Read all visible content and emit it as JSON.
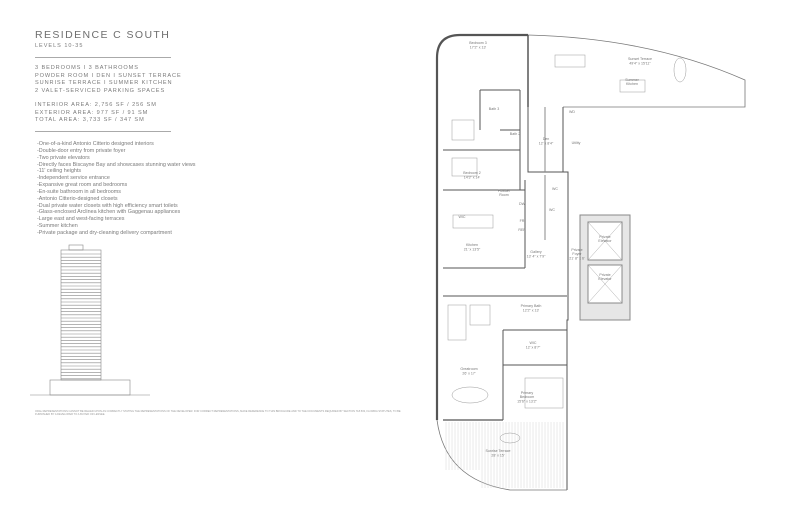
{
  "header": {
    "title": "RESIDENCE C SOUTH",
    "levels": "LEVELS 10-35"
  },
  "specs": [
    "3 BEDROOMS  I  3 BATHROOMS",
    "POWDER ROOM  I  DEN  I  SUNSET TERRACE",
    "SUNRISE TERRACE  I  SUMMER KITCHEN",
    "2 VALET-SERVICED PARKING SPACES"
  ],
  "areas": [
    "INTERIOR AREA: 2,756 SF / 256 SM",
    "EXTERIOR AREA: 977 SF / 91 SM",
    "TOTAL AREA: 3,733 SF / 347 SM"
  ],
  "features": [
    "-One-of-a-kind Antonio Citterio designed interiors",
    "-Double-door entry from private foyer",
    "-Two private elevators",
    "-Directly faces Biscayne Bay and showcases stunning water views",
    "-11' ceiling heights",
    "-Independent service entrance",
    "-Expansive great room and bedrooms",
    "-En-suite bathroom in all bedrooms",
    "-Antonio Citterio-designed closets",
    "-Dual private water closets with high efficiency smart toilets",
    "-Glass-enclosed Arclinea kitchen with Gaggenau appliances",
    "-Large east and west-facing terraces",
    "-Summer kitchen",
    "-Private package and dry-cleaning delivery compartment"
  ],
  "disclaimer": [
    "ORAL REPRESENTATIONS CANNOT BE RELIED UPON AS CORRECTLY STATING THE REPRESENTATIONS OF THE DEVELOPER. FOR CORRECT REPRESENTATIONS, MAKE REFERENCE TO THIS BROCHURE AND TO THE DOCUMENTS REQUIRED BY SECTION 718.503, FLORIDA STATUTES, TO BE FURNISHED BY A DEVELOPER TO A BUYER OR LESSEE."
  ],
  "rooms": {
    "bedroom3": {
      "name": "Bedroom 3",
      "dim": "17'2\" x 13'"
    },
    "sunset_terrace": {
      "name": "Sunset Terrace",
      "dim": "49'4\" x 15'11\""
    },
    "summer_kitchen": {
      "name": "Summer",
      "name2": "Kitchen"
    },
    "bath3": {
      "name": "Bath 3"
    },
    "bath2": {
      "name": "Bath 2"
    },
    "wd": {
      "name": "WD"
    },
    "den": {
      "name": "Den",
      "dim": "12' x 8'4\""
    },
    "utility": {
      "name": "Utility"
    },
    "bedroom2": {
      "name": "Bedroom 2",
      "dim": "14'3\" x 14'"
    },
    "powder": {
      "name": "Powder",
      "name2": "Room"
    },
    "wic_kitchen": {
      "name": "WIC"
    },
    "dw": {
      "name": "DW"
    },
    "fr": {
      "name": "FR"
    },
    "ref": {
      "name": "REF"
    },
    "wc1": {
      "name": "WC"
    },
    "wc2": {
      "name": "WC"
    },
    "kitchen": {
      "name": "Kitchen",
      "dim": "21' x 13'5\""
    },
    "gallery": {
      "name": "Gallery",
      "dim": "13' 4\" x 7'9\""
    },
    "foyer": {
      "name": "Private",
      "name2": "Foyer",
      "dim": "21' 8\" x 6'"
    },
    "elevator1": {
      "name": "Private",
      "name2": "Elevator"
    },
    "elevator2": {
      "name": "Private",
      "name2": "Elevator"
    },
    "primary_bath": {
      "name": "Primary Bath",
      "dim": "12'2\" x 13'"
    },
    "wic": {
      "name": "WIC",
      "dim": "12' x 8'7\""
    },
    "greatroom": {
      "name": "Greatroom",
      "dim": "26' x 17'"
    },
    "primary_bedroom": {
      "name": "Primary",
      "name2": "Bedroom",
      "dim": "15'6\" x 13'2\""
    },
    "sunrise_terrace": {
      "name": "Sunrise Terrace",
      "dim": "28' x 15'"
    }
  }
}
